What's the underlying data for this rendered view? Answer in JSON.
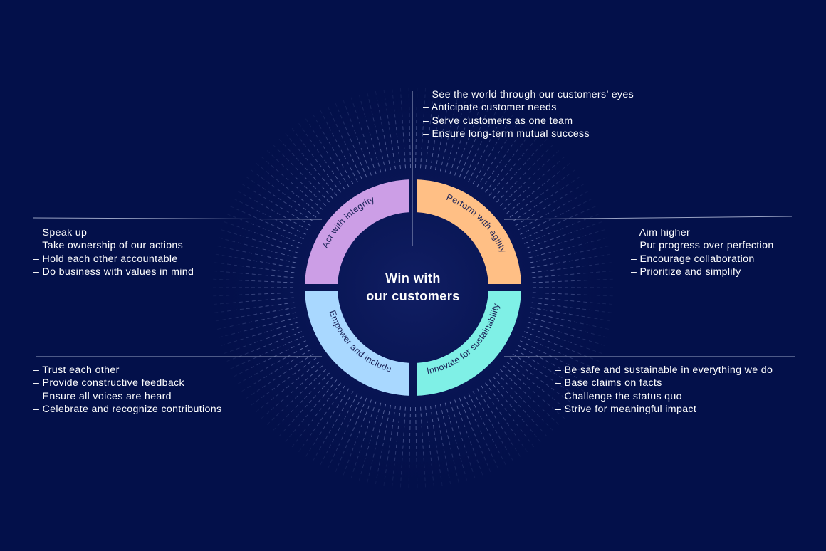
{
  "center": {
    "line1": "Win with",
    "line2": "our customers"
  },
  "segments": [
    {
      "label": "Act with integrity",
      "color": "#cc9ee6"
    },
    {
      "label": "Perform with agility",
      "color": "#ffbf85"
    },
    {
      "label": "Innovate for sustainability",
      "color": "#7ff0e6"
    },
    {
      "label": "Empower and include",
      "color": "#a9d8ff"
    }
  ],
  "lists": {
    "top": [
      "– See the world through our customers’ eyes",
      "– Anticipate customer needs",
      "– Serve customers as one team",
      "– Ensure long-term mutual success"
    ],
    "left": [
      "– Speak up",
      "– Take ownership of our actions",
      "– Hold each other accountable",
      "– Do business with values in mind"
    ],
    "right": [
      "– Aim higher",
      "– Put progress over perfection",
      "– Encourage collaboration",
      "– Prioritize and simplify"
    ],
    "bottom_left": [
      "– Trust each other",
      "– Provide constructive feedback",
      "– Ensure all voices are heard",
      "– Celebrate and recognize contributions"
    ],
    "bottom_right": [
      "– Be safe and sustainable in everything we do",
      "– Base claims on facts",
      "– Challenge the status quo",
      "– Strive for meaningful impact"
    ]
  },
  "colors": {
    "background": "#03104a",
    "text": "#ffffff",
    "divider": "#9aa3c4"
  }
}
